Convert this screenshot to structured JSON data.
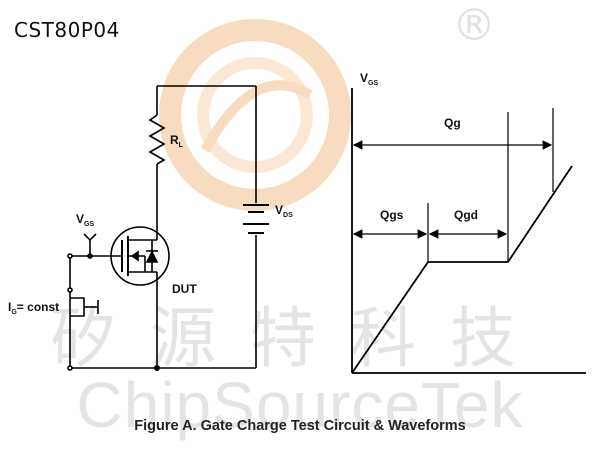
{
  "header": {
    "model": "CST80P04"
  },
  "watermark": {
    "chinese": "矽源特科技",
    "english": "ChipSourceTek",
    "registered": "®"
  },
  "circuit": {
    "rl": {
      "main": "R",
      "sub": "L"
    },
    "vgs": {
      "main": "V",
      "sub": "GS"
    },
    "vds": {
      "main": "V",
      "sub": "DS"
    },
    "dut": "DUT",
    "ig": {
      "main": "I",
      "sub": "G",
      "rest": "= const"
    }
  },
  "waveform": {
    "vgs_axis": {
      "main": "V",
      "sub": "GS"
    },
    "qg": "Qg",
    "qgs": "Qgs",
    "qgd": "Qgd"
  },
  "caption": "Figure A. Gate Charge Test Circuit & Waveforms",
  "colors": {
    "logo_accent": "#f4c9a0",
    "line": "#000000",
    "watermark": "#e4e4e4"
  }
}
